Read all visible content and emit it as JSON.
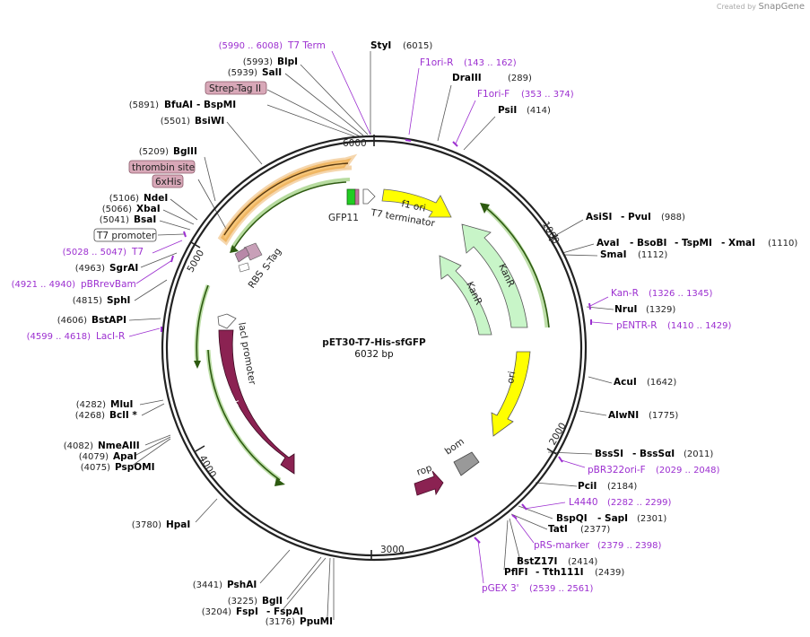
{
  "brand": {
    "created_by": "Created by",
    "app": "SnapGene"
  },
  "plasmid": {
    "name": "pET30-T7-His-sfGFP",
    "size": "6032 bp"
  },
  "ticks": [
    "1000",
    "2000",
    "3000",
    "4000",
    "5000",
    "6000"
  ],
  "feature_labels": {
    "f1ori": "f1 ori",
    "t7term": "T7 terminator",
    "gfp11": "GFP11",
    "kanr1": "KanR",
    "kanr2": "KanR",
    "ori": "ori",
    "bom": "bom",
    "rop": "rop",
    "laci": "lacI",
    "laci_promoter": "lacI promoter",
    "rbs": "RBS",
    "stag": "S-Tag"
  },
  "sites_right": [
    {
      "name": "StyI",
      "pos": "(6015)"
    },
    {
      "name": "DraIII",
      "pos": "(289)"
    },
    {
      "name": "PsiI",
      "pos": "(414)"
    },
    {
      "name": "AsiSI",
      "name2": "- PvuI",
      "pos": "(988)"
    },
    {
      "name": "AvaI",
      "name2": "- BsoBI",
      "name3": "- TspMI",
      "name4": "- XmaI",
      "pos": "(1110)"
    },
    {
      "name": "SmaI",
      "pos": "(1112)"
    },
    {
      "name": "NruI",
      "pos": "(1329)"
    },
    {
      "name": "AcuI",
      "pos": "(1642)"
    },
    {
      "name": "AlwNI",
      "pos": "(1775)"
    },
    {
      "name": "BssSI",
      "name2": "- BssSαI",
      "pos": "(2011)"
    },
    {
      "name": "PciI",
      "pos": "(2184)"
    },
    {
      "name": "BspQI",
      "name2": "- SapI",
      "pos": "(2301)"
    },
    {
      "name": "TatI",
      "pos": "(2377)"
    },
    {
      "name": "BstZ17I",
      "pos": "(2414)"
    },
    {
      "name": "PflFI",
      "name2": "- Tth111I",
      "pos": "(2439)"
    }
  ],
  "primers_right": [
    {
      "name": "F1ori-R",
      "pos": "(143 .. 162)"
    },
    {
      "name": "F1ori-F",
      "pos": "(353 .. 374)"
    },
    {
      "name": "Kan-R",
      "pos": "(1326 .. 1345)"
    },
    {
      "name": "pENTR-R",
      "pos": "(1410 .. 1429)"
    },
    {
      "name": "pBR322ori-F",
      "pos": "(2029 .. 2048)"
    },
    {
      "name": "L4440",
      "pos": "(2282 .. 2299)"
    },
    {
      "name": "pRS-marker",
      "pos": "(2379 .. 2398)"
    },
    {
      "name": "pGEX 3'",
      "pos": "(2539 .. 2561)"
    }
  ],
  "sites_left": [
    {
      "name": "BlpI",
      "pos": "(5993)"
    },
    {
      "name": "SalI",
      "pos": "(5939)"
    },
    {
      "name": "BfuAI",
      "name2": "- BspMI",
      "pos": "(5891)"
    },
    {
      "name": "BsiWI",
      "pos": "(5501)"
    },
    {
      "name": "BglII",
      "pos": "(5209)"
    },
    {
      "name": "NdeI",
      "pos": "(5106)"
    },
    {
      "name": "XbaI",
      "pos": "(5066)"
    },
    {
      "name": "BsaI",
      "pos": "(5041)"
    },
    {
      "name": "SgrAI",
      "pos": "(4963)"
    },
    {
      "name": "SphI",
      "pos": "(4815)"
    },
    {
      "name": "BstAPI",
      "pos": "(4606)"
    },
    {
      "name": "MluI",
      "pos": "(4282)"
    },
    {
      "name": "BclI *",
      "pos": "(4268)"
    },
    {
      "name": "NmeAIII",
      "pos": "(4082)"
    },
    {
      "name": "ApaI",
      "pos": "(4079)"
    },
    {
      "name": "PspOMI",
      "pos": "(4075)"
    },
    {
      "name": "HpaI",
      "pos": "(3780)"
    },
    {
      "name": "PshAI",
      "pos": "(3441)"
    },
    {
      "name": "BglI",
      "pos": "(3225)"
    },
    {
      "name": "FspI",
      "name2": "- FspAI",
      "pos": "(3204)"
    },
    {
      "name": "PpuMI",
      "pos": "(3176)"
    }
  ],
  "primers_left": [
    {
      "name": "T7 Term",
      "pos": "(5990 .. 6008)"
    },
    {
      "name": "T7",
      "pos": "(5028 .. 5047)"
    },
    {
      "name": "pBRrevBam",
      "pos": "(4921 .. 4940)"
    },
    {
      "name": "LacI-R",
      "pos": "(4599 .. 4618)"
    }
  ],
  "boxed_features": {
    "strep": "Strep-Tag II",
    "thrombin": "thrombin site",
    "his": "6xHis",
    "t7promoter": "T7 promoter"
  },
  "colors": {
    "primer": "#9c2fd0",
    "backbone": "#222222",
    "laci": "#8b2252",
    "kanr": "#c8f5c8",
    "ori": "#ffff00",
    "bom": "#999999",
    "f1ori": "#ffff00",
    "tag": "#d8a8b8"
  }
}
